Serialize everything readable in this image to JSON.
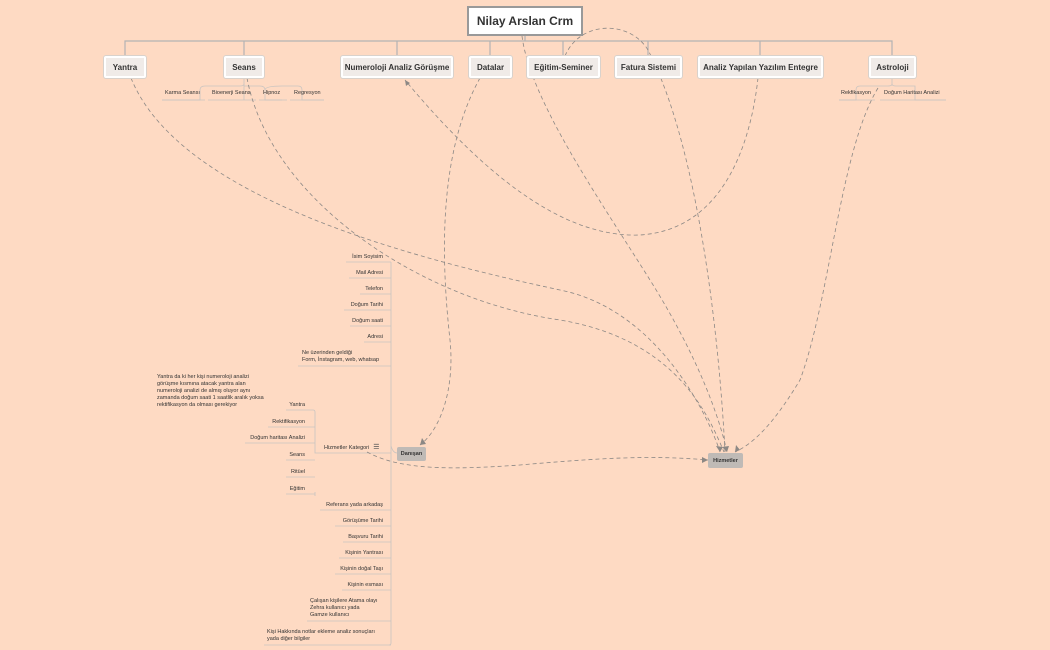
{
  "root": {
    "title": "Nilay Arslan Crm"
  },
  "categories": {
    "yantra": "Yantra",
    "seans": "Seans",
    "numeroloji": "Numeroloji Analiz Görüşme",
    "datalar": "Datalar",
    "egitim": "Eğitim-Seminer",
    "fatura": "Fatura Sistemi",
    "analiz": "Analiz Yapılan Yazılım  Entegre",
    "astroloji": "Astroloji"
  },
  "seans_children": [
    "Karma Seansı",
    "Bioenerji Seans",
    "Hipnoz",
    "Regresyon"
  ],
  "astroloji_children": [
    "Rekfikasyon",
    "Doğum Haritası Analizi"
  ],
  "danisan": {
    "label": "Danışan",
    "fields": [
      "İsim Soyisim",
      "Mail Adresi",
      "Telefon",
      "Doğum Tarihi",
      "Doğum saati",
      "Adresi",
      "Ne üzerinden geldiği\nForm, İnstagram, web, whatsap",
      "Referans yada arkadaş",
      "Görüşüme Tarihi",
      "Başvuru Tarihi",
      "Kişinin Yantrası",
      "Kişinin doğal Taşı",
      "Kişinin esması",
      "Çalışan kişilere Atama olayı\nZehra kullanıcı yada\nGamze kullanıcı",
      "Kişi Hakkında notlar ekleme analiz sonuçları\nyada diğer bilgiler"
    ]
  },
  "hizmetler_kategori": {
    "label": "Hizmetler Kategori",
    "note_icon": "note-icon",
    "items": [
      "Yantra",
      "Rektifikasyon",
      "Doğum haritası Analizi",
      "Seans",
      "Ritüel",
      "Eğitim"
    ],
    "note": "Yantra da ki her kişi numeroloji analizi\ngörüşme kısmına atacak yantra alan\nnumeroloji analizi de almış oluyor aynı\nzamanda doğum saati 1 saatlik aralık yoksa\nrektifikasyon da olması gerekiyor"
  },
  "hizmetler": {
    "label": "Hizmetler"
  }
}
